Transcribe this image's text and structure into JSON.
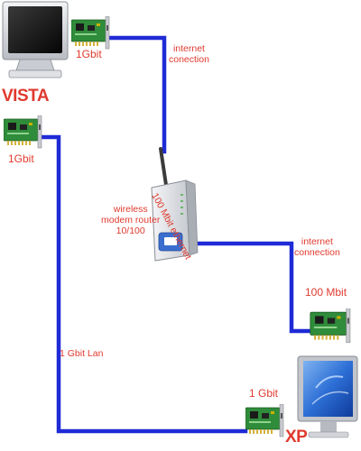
{
  "colors": {
    "cable": "#1f2bd6",
    "label": "#e03a2e",
    "nic_board": "#2f8c3a",
    "monitor_frame": "#d9dbe0",
    "router_body": "#e6e8ec",
    "router_accent": "#3a6fd0"
  },
  "computers": {
    "vista": {
      "name": "VISTA",
      "nic_speed": "1Gbit"
    },
    "xp": {
      "name": "XP",
      "nic_speed": "1 Gbit"
    }
  },
  "router": {
    "label_line1": "wireless",
    "label_line2": "modem router",
    "label_line3": "10/100",
    "uplink_label": "100 Mbit ethernet"
  },
  "links": {
    "top_internet_line1": "internet",
    "top_internet_line2": "conection",
    "right_internet_line1": "internet",
    "right_internet_line2": "connection",
    "lan": "1 Gbit Lan"
  },
  "nic_cards": {
    "top": "1Gbit",
    "right": "100 Mbit"
  },
  "icons": [
    "crt-monitor-icon",
    "network-card-icon",
    "wireless-router-icon",
    "flat-monitor-icon"
  ]
}
